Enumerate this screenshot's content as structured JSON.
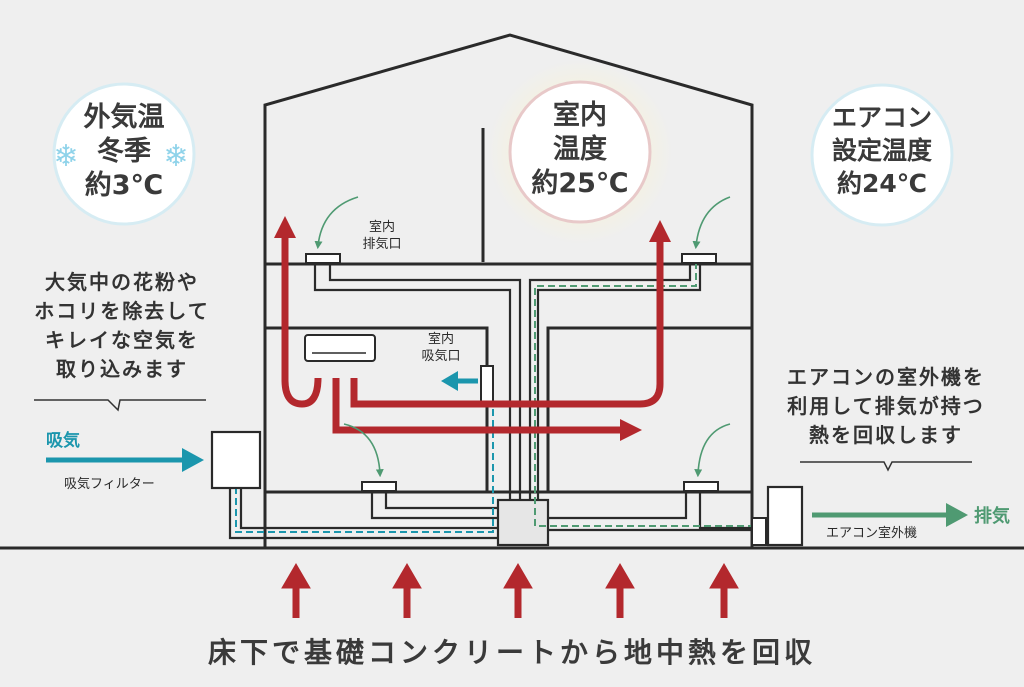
{
  "colors": {
    "background": "#efefef",
    "line": "#2a2a2a",
    "warm_air": "#b3282d",
    "fresh_air": "#1b96ad",
    "exhaust": "#4f9a72",
    "text": "#333333"
  },
  "badges": {
    "outdoor": {
      "line1": "外気温",
      "line2": "冬季",
      "line3": "約3℃"
    },
    "indoor": {
      "line1": "室内",
      "line2": "温度",
      "line3": "約25℃"
    },
    "aircon": {
      "line1": "エアコン",
      "line2": "設定温度",
      "line3": "約24℃"
    }
  },
  "left_note": {
    "line1": "大気中の花粉や",
    "line2": "ホコリを除去して",
    "line3": "キレイな空気を",
    "line4": "取り込みます"
  },
  "right_note": {
    "line1": "エアコンの室外機を",
    "line2": "利用して排気が持つ",
    "line3": "熱を回収します"
  },
  "labels": {
    "intake": "吸気",
    "intake_filter": "吸気フィルター",
    "exhaust": "排気",
    "outdoor_unit": "エアコン室外機",
    "room_exhaust_line1": "室内",
    "room_exhaust_line2": "排気口",
    "room_intake_line1": "室内",
    "room_intake_line2": "吸気口"
  },
  "footer": {
    "caption": "床下で基礎コンクリートから地中熱を回収"
  },
  "icons": [
    "snowflake-icon",
    "sun-glow-icon",
    "heat-up-arrow-icon",
    "air-flow-arrow-icon",
    "curved-arrow-icon"
  ]
}
